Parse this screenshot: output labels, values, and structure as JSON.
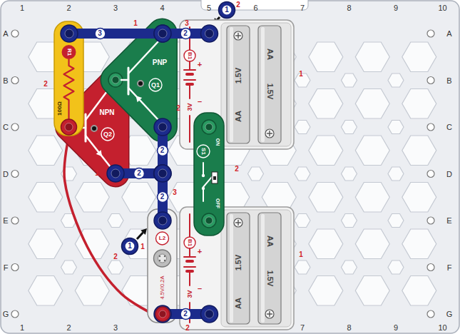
{
  "diagram": {
    "nodes": [
      {
        "text": [
          "3"
        ]
      },
      {
        "text": [
          "2"
        ]
      },
      {
        "text": [
          "1"
        ]
      },
      {
        "text": [
          "PNP",
          "Q1"
        ]
      },
      {
        "text": [
          "NPN",
          "Q2"
        ]
      },
      {
        "text": [
          "R1",
          "100Ω"
        ]
      },
      {
        "text": [
          "B1",
          "+",
          "3V",
          "–",
          "AA",
          "1.5V",
          "AA",
          "1.5V"
        ]
      },
      {
        "text": [
          "S1",
          "ON",
          "OFF"
        ]
      },
      {
        "text": [
          "2"
        ]
      },
      {
        "text": [
          "2"
        ]
      },
      {
        "text": [
          "2"
        ]
      },
      {
        "text": [
          "1"
        ]
      },
      {
        "text": [
          "L2",
          "4.5V/0.2A"
        ]
      },
      {
        "text": [
          "B1",
          "+",
          "3V",
          "–",
          "AA",
          "1.5V",
          "AA",
          "1.5V"
        ]
      },
      {
        "text": [
          "2"
        ]
      }
    ],
    "edges": [
      {
        "from": 5,
        "to": 14,
        "arrow": "none"
      }
    ],
    "labels": [
      "1",
      "2",
      "3",
      "4",
      "5",
      "6",
      "7",
      "8",
      "9",
      "10",
      "1",
      "2",
      "3",
      "7",
      "8",
      "9",
      "10",
      "A",
      "B",
      "C",
      "D",
      "E",
      "F",
      "G",
      "A",
      "B",
      "C",
      "D",
      "E",
      "F",
      "G",
      "1",
      "2",
      "3",
      "2",
      "2",
      "1",
      "3",
      "2",
      "1",
      "1",
      "2",
      "1",
      "2"
    ]
  }
}
